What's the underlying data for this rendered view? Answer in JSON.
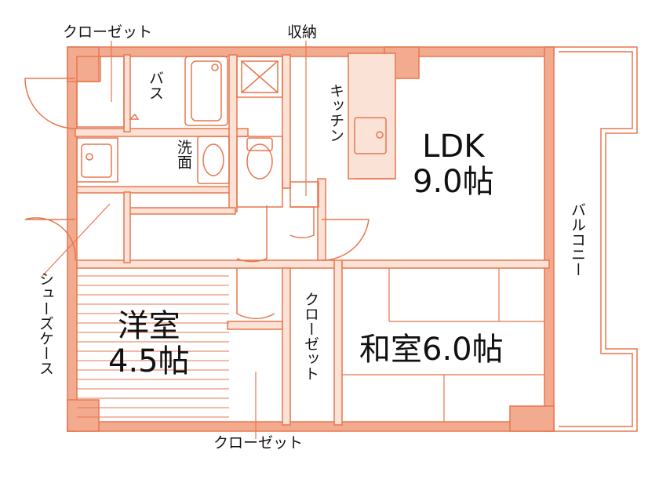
{
  "floor_plan": {
    "colors": {
      "wall": "#f3ab8f",
      "line": "#e8764f",
      "text": "#111111",
      "background": "#ffffff"
    },
    "rooms": {
      "ldk": {
        "name": "LDK",
        "size": "9.0帖"
      },
      "washitsu": {
        "name": "和室",
        "size": "6.0帖"
      },
      "youshitsu": {
        "name": "洋室",
        "size": "4.5帖"
      }
    },
    "labels": {
      "closet_top": "クローゼット",
      "storage": "収納",
      "bath": "バス",
      "washroom": "洗面",
      "kitchen": "キッチン",
      "balcony": "バルコニー",
      "shoe_case": "シューズケース",
      "closet_mid": "クローゼット",
      "closet_bottom": "クローゼット"
    }
  }
}
